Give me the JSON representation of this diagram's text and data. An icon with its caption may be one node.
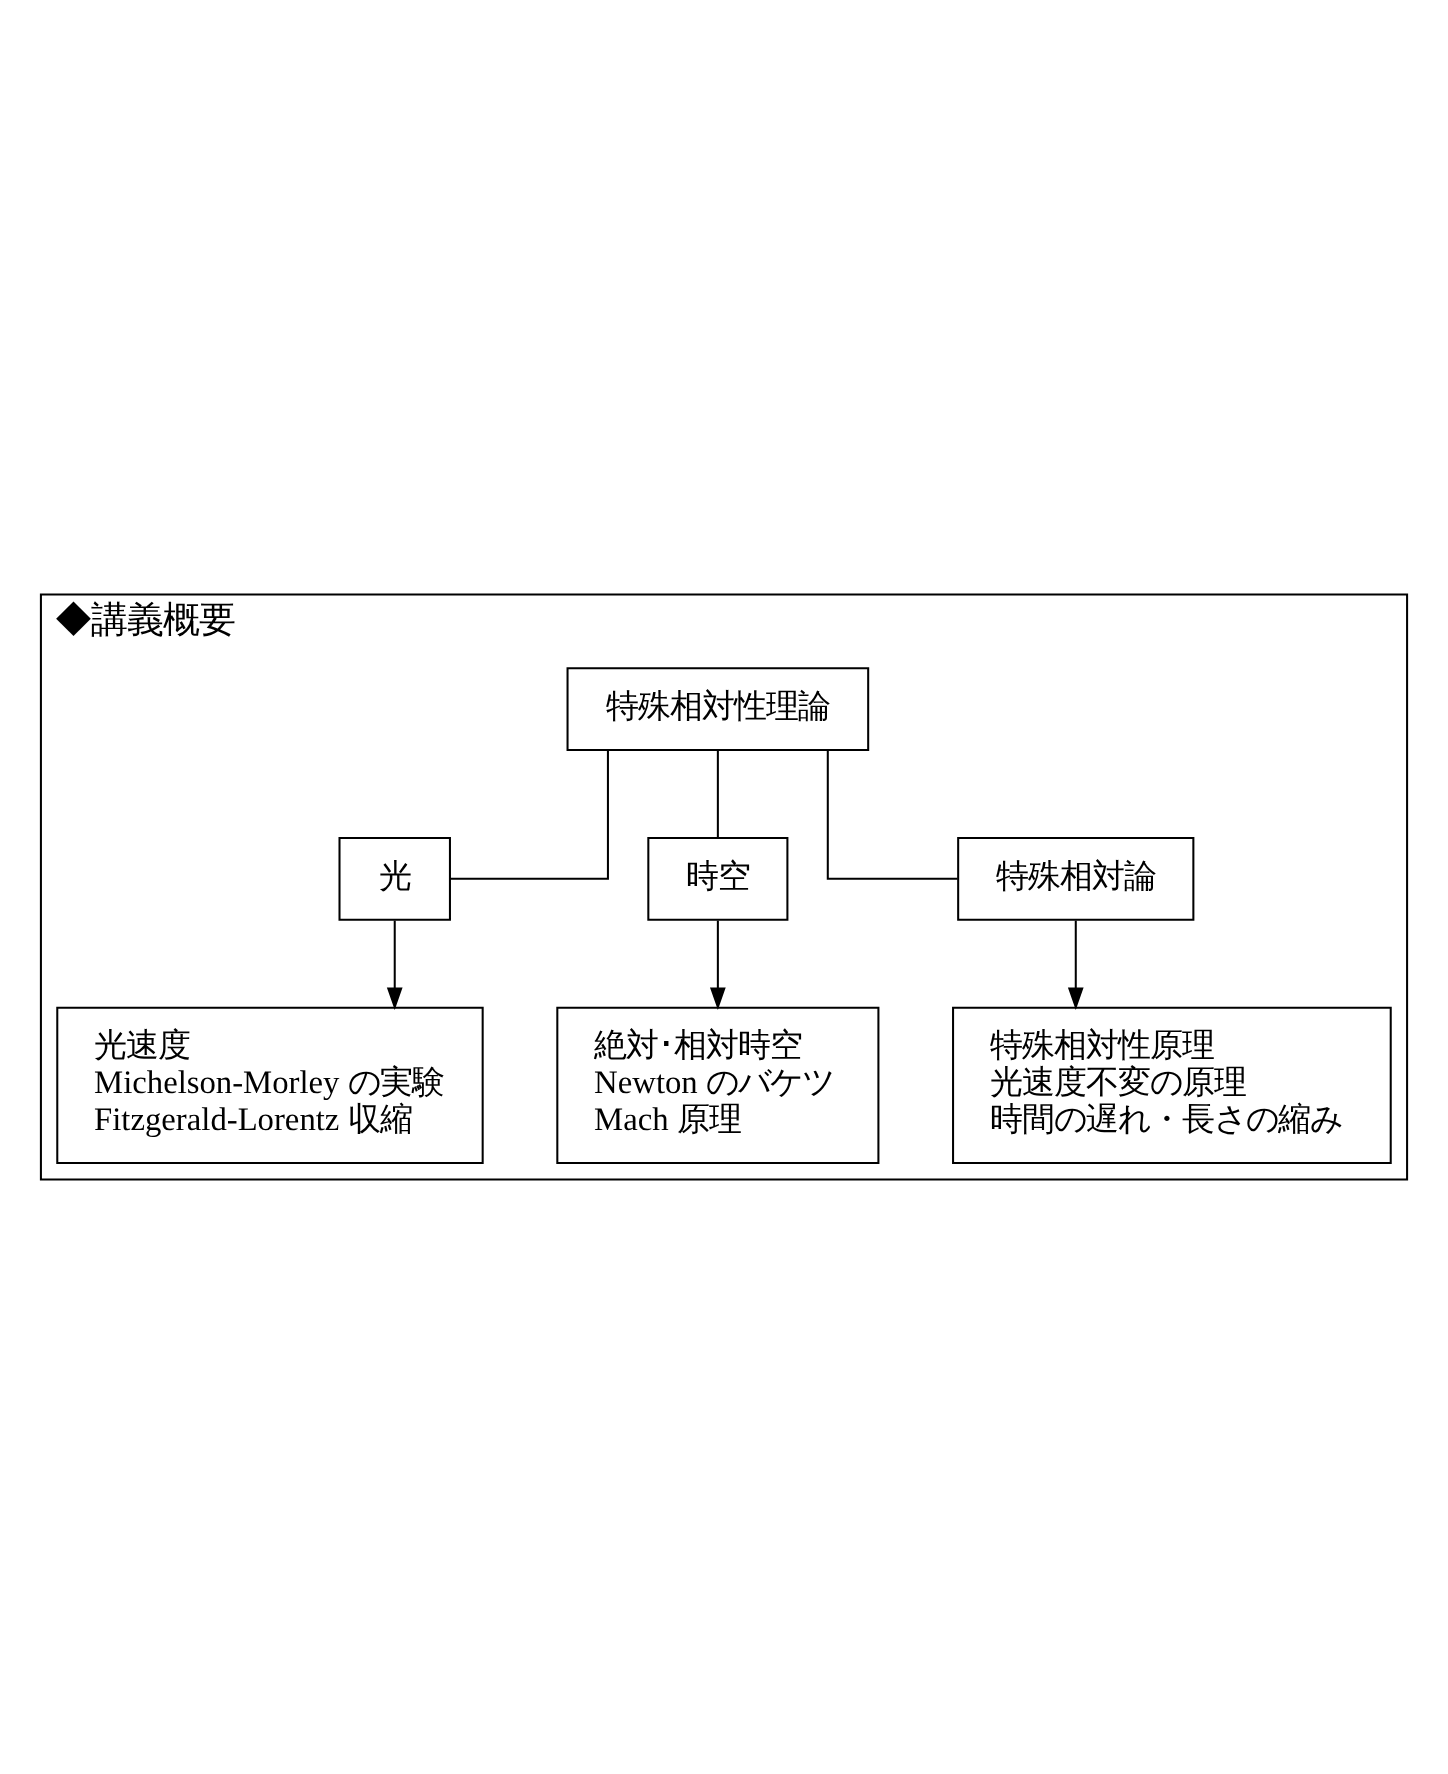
{
  "diagram": {
    "nodes": [
      {
        "text": [
          "◆講義概要"
        ]
      },
      {
        "text": [
          "特殊相対性理論"
        ],
        "in": 0
      },
      {
        "text": [
          "光"
        ],
        "in": 0
      },
      {
        "text": [
          "時空"
        ],
        "in": 0
      },
      {
        "text": [
          "特殊相対論"
        ],
        "in": 0
      },
      {
        "text": [
          "光速度",
          "Michelson-Morley の実験",
          "Fitzgerald-Lorentz 収縮"
        ],
        "in": 0
      },
      {
        "text": [
          "絶対･相対時空",
          "Newton のバケツ",
          "Mach 原理"
        ],
        "in": 0
      },
      {
        "text": [
          "特殊相対性原理",
          "光速度不変の原理",
          "時間の遅れ・長さの縮み"
        ],
        "in": 0
      }
    ],
    "edges": [
      {
        "from": 1,
        "to": 2,
        "arrow": "none"
      },
      {
        "from": 1,
        "to": 3,
        "arrow": "none"
      },
      {
        "from": 1,
        "to": 4,
        "arrow": "none"
      },
      {
        "from": 2,
        "to": 5,
        "arrow": "to"
      },
      {
        "from": 3,
        "to": 6,
        "arrow": "to"
      },
      {
        "from": 4,
        "to": 7,
        "arrow": "to"
      }
    ]
  }
}
